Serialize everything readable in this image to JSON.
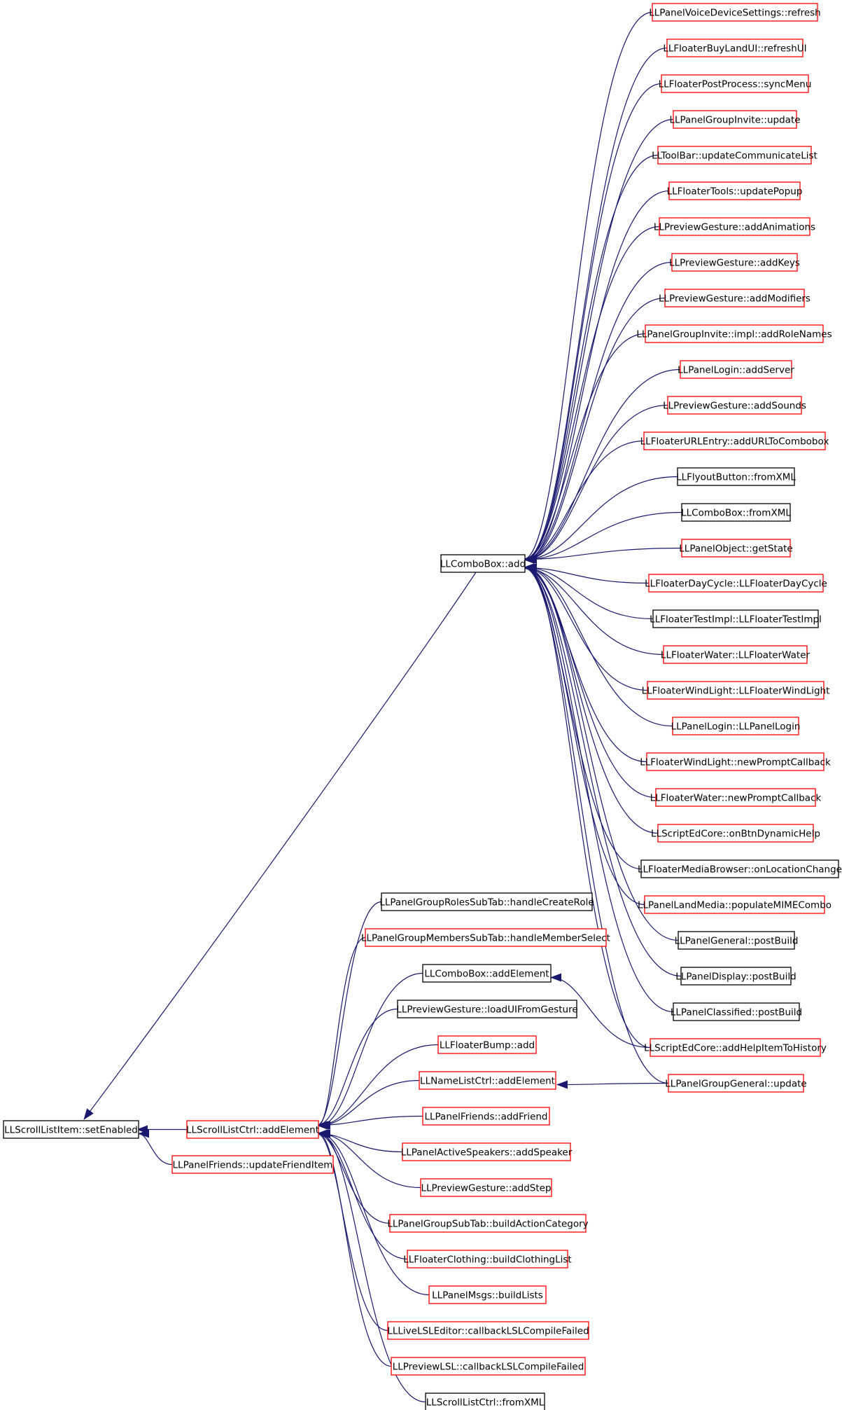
{
  "colors": {
    "edge": "#191970",
    "border_red": "#ff0000",
    "border_black": "#000000",
    "root_fill": "#bfbfbf",
    "node_fill": "#ffffff"
  },
  "nodes": [
    {
      "id": "root",
      "label": "LLScrollListItem::setEnabled",
      "border": "black",
      "root": true
    },
    {
      "id": "slc_add",
      "label": "LLScrollListCtrl::addElement",
      "border": "red"
    },
    {
      "id": "pf_upd",
      "label": "LLPanelFriends::updateFriendItem",
      "border": "red"
    },
    {
      "id": "cb_add",
      "label": "LLComboBox::add",
      "border": "black"
    },
    {
      "id": "c1",
      "label": "LLPanelVoiceDeviceSettings::refresh",
      "border": "red"
    },
    {
      "id": "c2",
      "label": "LLFloaterBuyLandUI::refreshUI",
      "border": "red"
    },
    {
      "id": "c3",
      "label": "LLFloaterPostProcess::syncMenu",
      "border": "red"
    },
    {
      "id": "c4",
      "label": "LLPanelGroupInvite::update",
      "border": "red"
    },
    {
      "id": "c5",
      "label": "LLToolBar::updateCommunicateList",
      "border": "red"
    },
    {
      "id": "c6",
      "label": "LLFloaterTools::updatePopup",
      "border": "red"
    },
    {
      "id": "c7",
      "label": "LLPreviewGesture::addAnimations",
      "border": "red"
    },
    {
      "id": "c8",
      "label": "LLPreviewGesture::addKeys",
      "border": "red"
    },
    {
      "id": "c9",
      "label": "LLPreviewGesture::addModifiers",
      "border": "red"
    },
    {
      "id": "c10",
      "label": "LLPanelGroupInvite::impl::addRoleNames",
      "border": "red"
    },
    {
      "id": "c11",
      "label": "LLPanelLogin::addServer",
      "border": "red"
    },
    {
      "id": "c12",
      "label": "LLPreviewGesture::addSounds",
      "border": "red"
    },
    {
      "id": "c13",
      "label": "LLFloaterURLEntry::addURLToCombobox",
      "border": "red"
    },
    {
      "id": "c14",
      "label": "LLFlyoutButton::fromXML",
      "border": "black"
    },
    {
      "id": "c15",
      "label": "LLComboBox::fromXML",
      "border": "black"
    },
    {
      "id": "c16",
      "label": "LLPanelObject::getState",
      "border": "red"
    },
    {
      "id": "c17",
      "label": "LLFloaterDayCycle::LLFloaterDayCycle",
      "border": "red"
    },
    {
      "id": "c18",
      "label": "LLFloaterTestImpl::LLFloaterTestImpl",
      "border": "black"
    },
    {
      "id": "c19",
      "label": "LLFloaterWater::LLFloaterWater",
      "border": "red"
    },
    {
      "id": "c20",
      "label": "LLFloaterWindLight::LLFloaterWindLight",
      "border": "red"
    },
    {
      "id": "c21",
      "label": "LLPanelLogin::LLPanelLogin",
      "border": "red"
    },
    {
      "id": "c22",
      "label": "LLFloaterWindLight::newPromptCallback",
      "border": "red"
    },
    {
      "id": "c23",
      "label": "LLFloaterWater::newPromptCallback",
      "border": "red"
    },
    {
      "id": "c24",
      "label": "LLScriptEdCore::onBtnDynamicHelp",
      "border": "red"
    },
    {
      "id": "c25",
      "label": "LLFloaterMediaBrowser::onLocationChange",
      "border": "black"
    },
    {
      "id": "c26",
      "label": "LLPanelLandMedia::populateMIMECombo",
      "border": "red"
    },
    {
      "id": "c27",
      "label": "LLPanelGeneral::postBuild",
      "border": "black"
    },
    {
      "id": "c28",
      "label": "LLPanelDisplay::postBuild",
      "border": "black"
    },
    {
      "id": "c29",
      "label": "LLPanelClassified::postBuild",
      "border": "black"
    },
    {
      "id": "c30",
      "label": "LLScriptEdCore::addHelpItemToHistory",
      "border": "red"
    },
    {
      "id": "c31",
      "label": "LLPanelGroupGeneral::update",
      "border": "red"
    },
    {
      "id": "s1",
      "label": "LLPanelGroupRolesSubTab::handleCreateRole",
      "border": "black"
    },
    {
      "id": "s2",
      "label": "LLPanelGroupMembersSubTab::handleMemberSelect",
      "border": "red"
    },
    {
      "id": "s3",
      "label": "LLComboBox::addElement",
      "border": "black"
    },
    {
      "id": "s4",
      "label": "LLPreviewGesture::loadUIFromGesture",
      "border": "black"
    },
    {
      "id": "s5",
      "label": "LLFloaterBump::add",
      "border": "red"
    },
    {
      "id": "s6",
      "label": "LLNameListCtrl::addElement",
      "border": "red"
    },
    {
      "id": "s7",
      "label": "LLPanelFriends::addFriend",
      "border": "red"
    },
    {
      "id": "s8",
      "label": "LLPanelActiveSpeakers::addSpeaker",
      "border": "red"
    },
    {
      "id": "s9",
      "label": "LLPreviewGesture::addStep",
      "border": "red"
    },
    {
      "id": "s10",
      "label": "LLPanelGroupSubTab::buildActionCategory",
      "border": "red"
    },
    {
      "id": "s11",
      "label": "LLFloaterClothing::buildClothingList",
      "border": "red"
    },
    {
      "id": "s12",
      "label": "LLPanelMsgs::buildLists",
      "border": "red"
    },
    {
      "id": "s13",
      "label": "LLLiveLSLEditor::callbackLSLCompileFailed",
      "border": "red"
    },
    {
      "id": "s14",
      "label": "LLPreviewLSL::callbackLSLCompileFailed",
      "border": "red"
    },
    {
      "id": "s15",
      "label": "LLScrollListCtrl::fromXML",
      "border": "black"
    }
  ],
  "edges": [
    [
      "slc_add",
      "root"
    ],
    [
      "pf_upd",
      "root"
    ],
    [
      "cb_add",
      "root"
    ],
    [
      "c1",
      "cb_add"
    ],
    [
      "c2",
      "cb_add"
    ],
    [
      "c3",
      "cb_add"
    ],
    [
      "c4",
      "cb_add"
    ],
    [
      "c5",
      "cb_add"
    ],
    [
      "c6",
      "cb_add"
    ],
    [
      "c7",
      "cb_add"
    ],
    [
      "c8",
      "cb_add"
    ],
    [
      "c9",
      "cb_add"
    ],
    [
      "c10",
      "cb_add"
    ],
    [
      "c11",
      "cb_add"
    ],
    [
      "c12",
      "cb_add"
    ],
    [
      "c13",
      "cb_add"
    ],
    [
      "c14",
      "cb_add"
    ],
    [
      "c15",
      "cb_add"
    ],
    [
      "c16",
      "cb_add"
    ],
    [
      "c17",
      "cb_add"
    ],
    [
      "c18",
      "cb_add"
    ],
    [
      "c19",
      "cb_add"
    ],
    [
      "c20",
      "cb_add"
    ],
    [
      "c21",
      "cb_add"
    ],
    [
      "c22",
      "cb_add"
    ],
    [
      "c23",
      "cb_add"
    ],
    [
      "c24",
      "cb_add"
    ],
    [
      "c25",
      "cb_add"
    ],
    [
      "c26",
      "cb_add"
    ],
    [
      "c27",
      "cb_add"
    ],
    [
      "c28",
      "cb_add"
    ],
    [
      "c29",
      "cb_add"
    ],
    [
      "c30",
      "cb_add"
    ],
    [
      "c31",
      "cb_add"
    ],
    [
      "c30",
      "s3"
    ],
    [
      "c31",
      "s6"
    ],
    [
      "s1",
      "slc_add"
    ],
    [
      "s2",
      "slc_add"
    ],
    [
      "s3",
      "slc_add"
    ],
    [
      "s4",
      "slc_add"
    ],
    [
      "s5",
      "slc_add"
    ],
    [
      "s6",
      "slc_add"
    ],
    [
      "s7",
      "slc_add"
    ],
    [
      "s8",
      "slc_add"
    ],
    [
      "s9",
      "slc_add"
    ],
    [
      "s10",
      "slc_add"
    ],
    [
      "s11",
      "slc_add"
    ],
    [
      "s12",
      "slc_add"
    ],
    [
      "s13",
      "slc_add"
    ],
    [
      "s14",
      "slc_add"
    ],
    [
      "s15",
      "slc_add"
    ]
  ]
}
